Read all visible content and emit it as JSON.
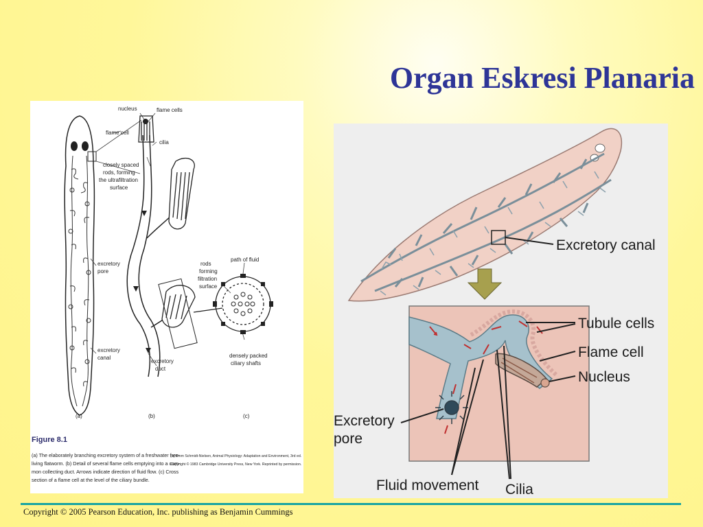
{
  "slide": {
    "title": "Organ Eskresi Planaria",
    "footer": "Copyright © 2005 Pearson Education, Inc. publishing as Benjamin Cummings"
  },
  "left_figure": {
    "labels": {
      "nucleus": "nucleus",
      "flame_cells": "flame cells",
      "flame_cell": "flame cell",
      "cilia": "cilia",
      "rods_1": "closely spaced",
      "rods_2": "rods, forming",
      "rods_3": "the ultrafiltration",
      "rods_4": "surface",
      "excretory_pore_1": "excretory",
      "excretory_pore_2": "pore",
      "path_of_fluid": "path of fluid",
      "filtration_1": "rods",
      "filtration_2": "forming",
      "filtration_3": "filtration",
      "filtration_4": "surface",
      "excretory_canal_1": "excretory",
      "excretory_canal_2": "canal",
      "excretory_duct_1": "excretory",
      "excretory_duct_2": "duct",
      "shafts_1": "densely packed",
      "shafts_2": "ciliary shafts",
      "panel_a": "(a)",
      "panel_b": "(b)",
      "panel_c": "(c)"
    },
    "caption": {
      "figure_label": "Figure 8.1",
      "line1": "(a) The elaborately branching excretory system of a freshwater free-",
      "line2": "living flatworm. (b) Detail of several flame cells emptying into a com-",
      "line3": "mon collecting duct. Arrows indicate direction of fluid flow. (c) Cross",
      "line4": "section of a flame cell at the level of the ciliary bundle.",
      "source1": "(a) From Schmidt-Nielsen, Animal Physiology: Adaptation and Environment, 3rd ed.",
      "source2": "Copyright © 1983 Cambridge University Press, New York. Reprinted by permission."
    }
  },
  "right_figure": {
    "labels": {
      "excretory_canal": "Excretory canal",
      "tubule_cells": "Tubule cells",
      "flame_cell": "Flame cell",
      "nucleus": "Nucleus",
      "excretory_pore_1": "Excretory",
      "excretory_pore_2": "pore",
      "fluid_movement": "Fluid movement",
      "cilia": "Cilia"
    }
  }
}
